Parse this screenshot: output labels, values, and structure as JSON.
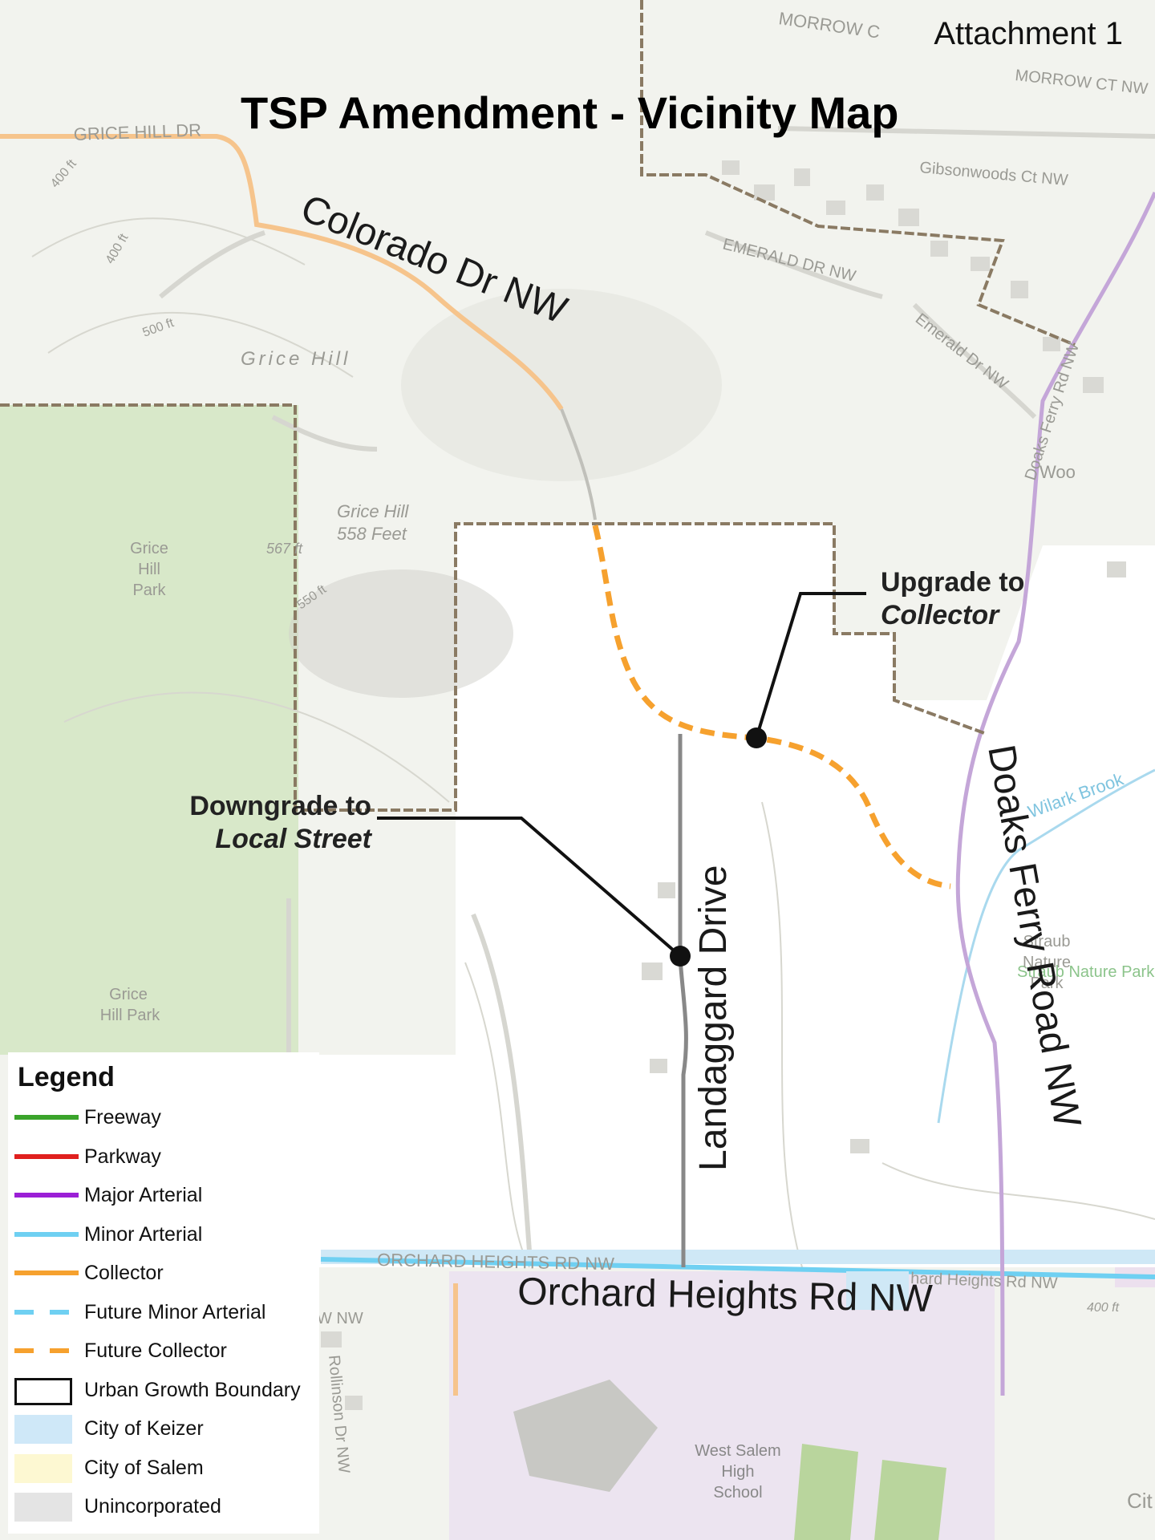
{
  "header": {
    "attachment": "Attachment 1",
    "title": "TSP Amendment - Vicinity Map"
  },
  "callouts": {
    "upgrade_line1": "Upgrade to",
    "upgrade_line2": "Collector",
    "downgrade_line1": "Downgrade to",
    "downgrade_line2": "Local Street"
  },
  "roads": {
    "colorado": "Colorado Dr NW",
    "landaggard": "Landaggard Drive",
    "doaks": "Doaks Ferry Road NW",
    "orchard": "Orchard Heights Rd NW",
    "orchard_basemap": "ORCHARD HEIGHTS RD NW",
    "orchard_basemap_right": "hard Heights Rd NW",
    "grice_hill_dr": "GRICE HILL DR",
    "emerald_dr": "EMERALD DR NW",
    "emerald_dr2": "Emerald Dr NW",
    "gibsonwoods": "Gibsonwoods Ct NW",
    "morrow_ct": "MORROW CT NW",
    "morrow": "MORROW C",
    "rollins": "Rollinson Dr NW",
    "doaks_small": "Doaks Ferry Rd NW",
    "woo": "Woo",
    "www": "W NW"
  },
  "places": {
    "grice_hill": "Grice Hill",
    "grice_hill_summit_name": "Grice Hill",
    "grice_hill_summit_elev": "558 Feet",
    "grice_hill_park_1": [
      "Grice",
      "Hill",
      "Park"
    ],
    "grice_hill_park_2": [
      "Grice",
      "Hill Park"
    ],
    "straub": [
      "Straub",
      "Nature",
      "Park"
    ],
    "straub_inline": "Straub Nature Park",
    "west_salem": [
      "West Salem",
      "High",
      "School"
    ],
    "wilark": "Wilark Brook",
    "city": "Cit"
  },
  "contours": {
    "c400a": "400 ft",
    "c400b": "400 ft",
    "c500": "500 ft",
    "c567": "567 ft",
    "c550": "550 ft",
    "c400c": "400 ft"
  },
  "legend": {
    "title": "Legend",
    "items": [
      {
        "label": "Freeway",
        "style": "line",
        "color": "#3aa42b"
      },
      {
        "label": "Parkway",
        "style": "line",
        "color": "#e0201e"
      },
      {
        "label": "Major Arterial",
        "style": "line",
        "color": "#9b1fd6"
      },
      {
        "label": "Minor Arterial",
        "style": "line",
        "color": "#6fd0f2"
      },
      {
        "label": "Collector",
        "style": "line",
        "color": "#f6a12e"
      },
      {
        "label": "Future Minor Arterial",
        "style": "dash",
        "color": "#6fd0f2"
      },
      {
        "label": "Future Collector",
        "style": "dash",
        "color": "#f6a12e"
      },
      {
        "label": "Urban Growth Boundary",
        "style": "box",
        "color": "#111111"
      },
      {
        "label": "City of Keizer",
        "style": "fill",
        "color": "#cfe8f8"
      },
      {
        "label": "City of Salem",
        "style": "fill",
        "color": "#fdf8d2"
      },
      {
        "label": "Unincorporated",
        "style": "fill",
        "color": "#e4e4e4"
      }
    ]
  }
}
